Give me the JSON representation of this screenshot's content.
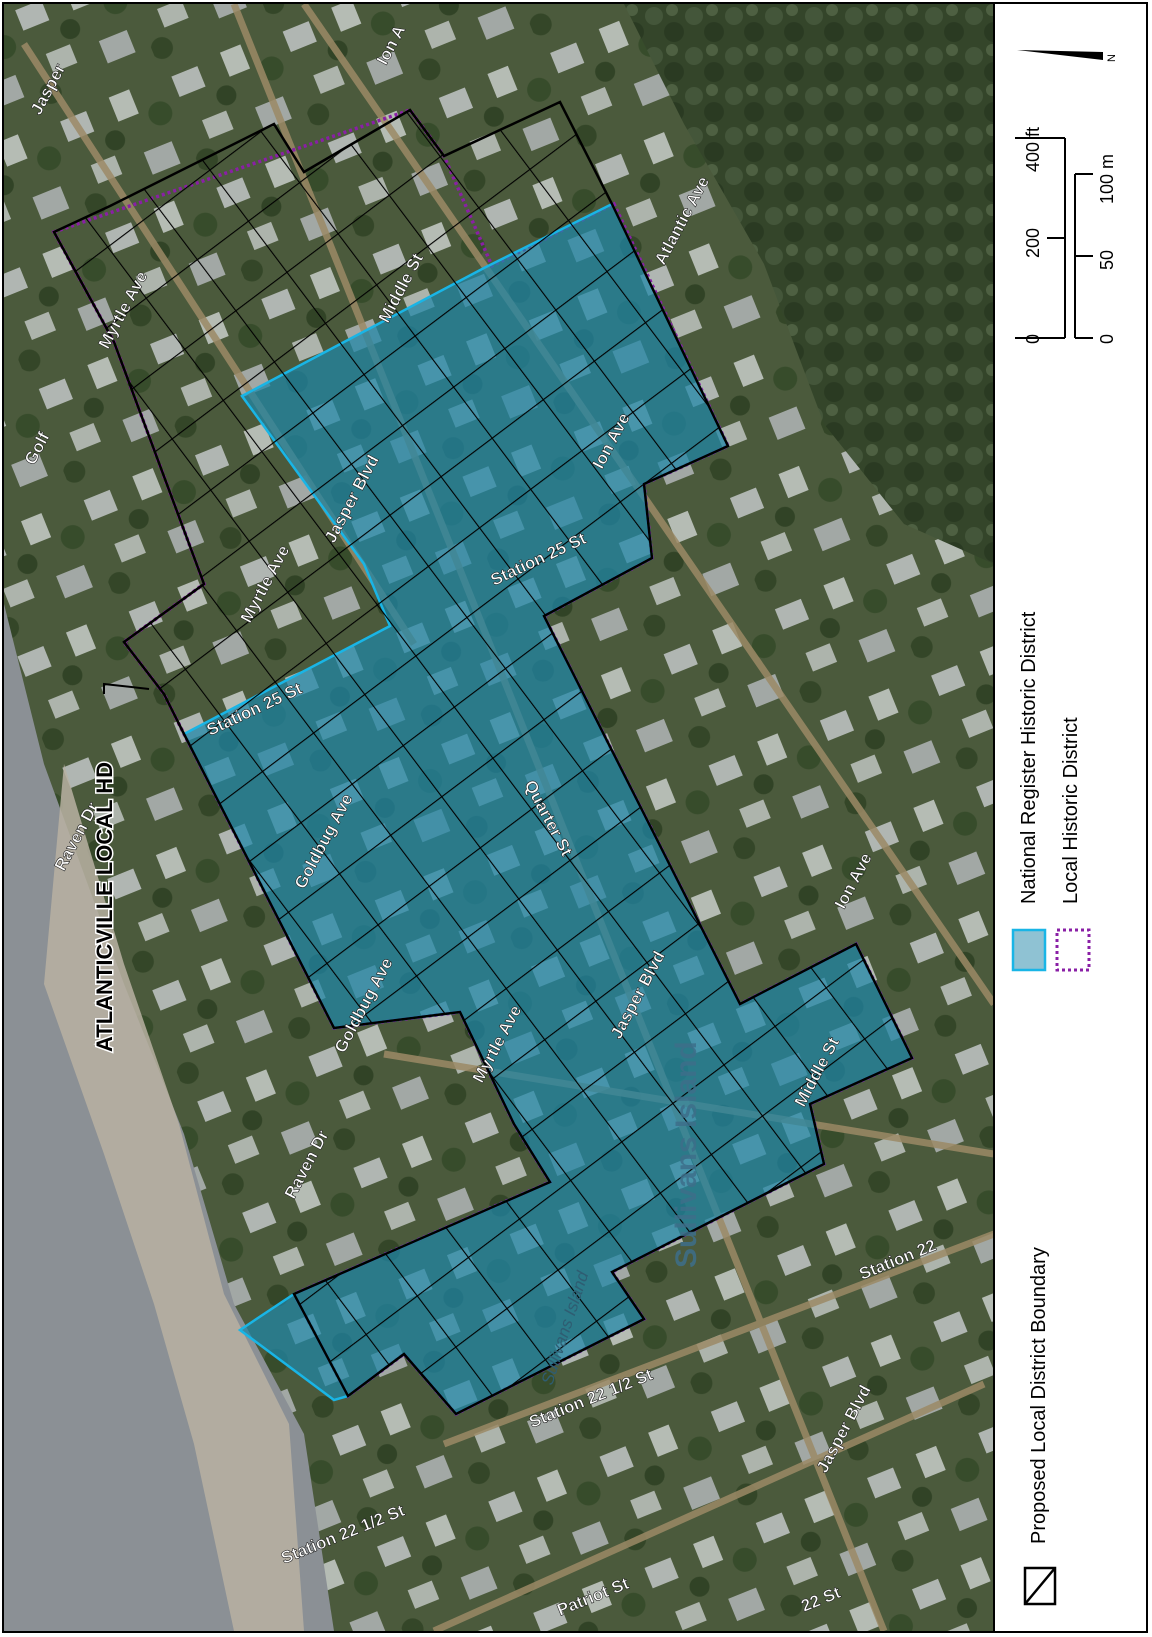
{
  "map": {
    "place_label": "Sullivans Island",
    "place_label_small": "Sullivans Island",
    "district_callout": "ATLANTICVILLE LOCAL HD",
    "streets": {
      "jasper_top": "Jasper",
      "ion_top": "Ion A",
      "golf": "Golf",
      "myrtle_1": "Myrtle Ave",
      "myrtle_2": "Myrtle Ave",
      "myrtle_3": "Myrtle Ave",
      "middle_1": "Middle St",
      "middle_2": "Middle St",
      "atlantic": "Atlantic Ave",
      "ion_1": "Ion Ave",
      "ion_2": "Ion Ave",
      "jasper_1": "Jasper Blvd",
      "jasper_2": "Jasper Blvd",
      "jasper_3": "Jasper Blvd",
      "station25": "Station 25 St",
      "station25b": "Station 25 St",
      "quarter": "Quarter St",
      "goldbug": "Goldbug Ave",
      "goldbug_2": "Goldbug Ave",
      "raven_1": "Raven Dr",
      "raven_2": "Raven Dr",
      "station22": "Station 22",
      "station22half_1": "Station 22 1/2 St",
      "station22half_2": "Station 22 1/2 St",
      "patriot": "Patriot St",
      "station22_bottom": "22 St"
    }
  },
  "legend": {
    "north_label": "N",
    "scale_ft": {
      "labels": [
        "0",
        "200",
        "400 ft"
      ]
    },
    "scale_m": {
      "labels": [
        "0",
        "50",
        "100 m"
      ]
    },
    "items": [
      {
        "label": "National Register Historic District",
        "swatch": "nr-fill"
      },
      {
        "label": "Local Historic District",
        "swatch": "local-dotted"
      },
      {
        "label": "Proposed Local District Boundary",
        "swatch": "hatched"
      }
    ]
  },
  "colors": {
    "nr_fill": "#1f86a8",
    "nr_outline": "#19b5e6",
    "local_outline": "#8a1fa6",
    "proposed_lines": "#000000",
    "street_label_fill": "#ffffff"
  }
}
